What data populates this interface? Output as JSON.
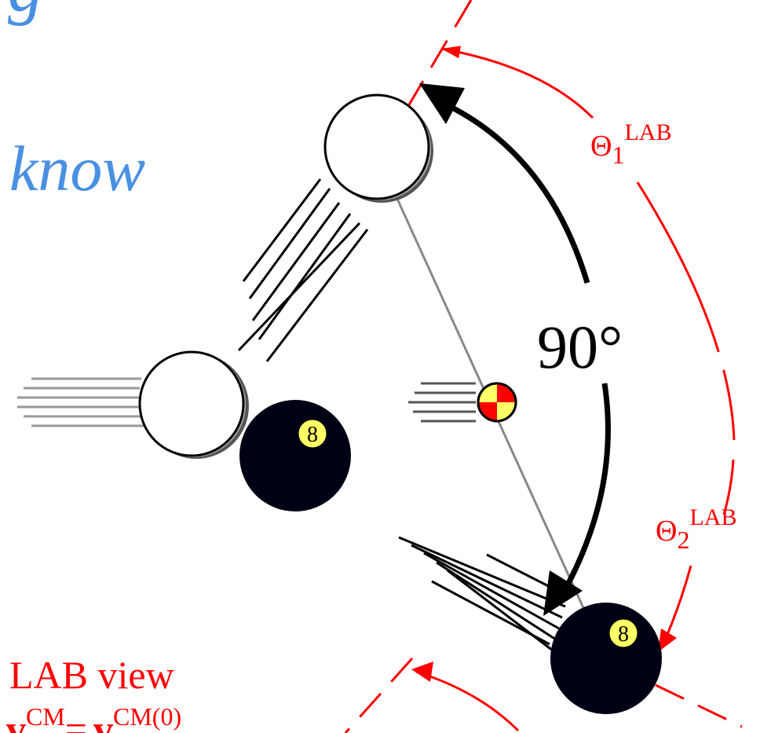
{
  "diagram": {
    "partial_heading": "g",
    "know_word": "know",
    "angle_label": "90°",
    "theta1": {
      "symbol": "Θ",
      "subscript": "1",
      "superscript": "LAB"
    },
    "theta2": {
      "symbol": "Θ",
      "subscript": "2",
      "superscript": "LAB"
    },
    "eight_ball_number": "8",
    "view_label": "LAB view",
    "velocity_relation": {
      "v1": "v",
      "sup1": "CM",
      "eq": "=",
      "v2": "v",
      "sup2": "CM",
      "paren": "(0)"
    }
  },
  "colors": {
    "annotation_red": "#ff0000",
    "heading_blue": "#4a90e2",
    "eight_ball": "#000014",
    "number_circle": "#ffff66",
    "connector_gray": "#888888"
  }
}
